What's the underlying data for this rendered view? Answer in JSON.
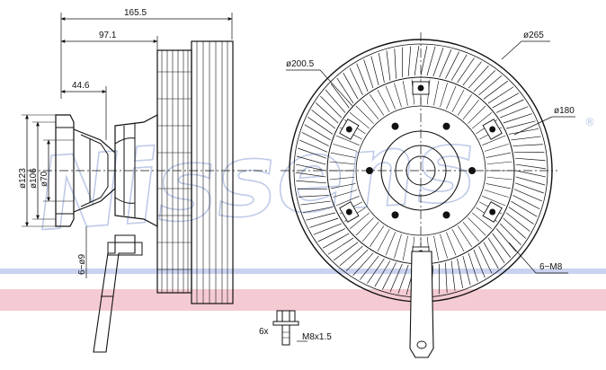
{
  "watermark": {
    "text": "Nissens",
    "registered_mark": "®"
  },
  "side_view": {
    "dimensions": {
      "overall_length": "165.5",
      "hub_length": "97.1",
      "flange_length": "44.6",
      "dia_outer": "ø123",
      "dia_mid": "ø106",
      "dia_inner": "ø70",
      "holes": "6−ø9"
    }
  },
  "front_view": {
    "dimensions": {
      "dia_fan": "ø265",
      "dia_bolt_circle": "ø200.5",
      "dia_body": "ø180",
      "threads": "6−M8"
    }
  },
  "bolt_detail": {
    "qty": "6x",
    "thread": "M8x1.5"
  },
  "colors": {
    "line": "#111111",
    "watermark": "#b9c6e6",
    "band_blue": "#c9d3ef",
    "band_pink": "#f3c2cb"
  }
}
